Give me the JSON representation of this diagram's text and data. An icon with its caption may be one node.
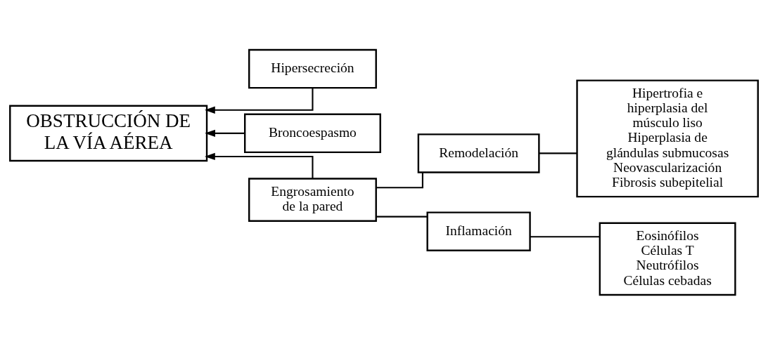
{
  "diagram": {
    "nodes": [
      {
        "text": [
          "OBSTRUCCIÓN DE LA VÍA AÉREA"
        ]
      },
      {
        "text": [
          "Engrosamiento de la pared"
        ]
      },
      {
        "text": [
          "Inflamación"
        ]
      },
      {
        "text": [
          "Eosinófilos",
          "Células T",
          "Neutrófilos",
          "Células cebadas"
        ]
      },
      {
        "text": [
          "Remodelación"
        ]
      },
      {
        "text": [
          "Hipertrofia e hiperplasia del músculo liso",
          "Hiperplasia de glándulas submucosas",
          "Neovascularización",
          "Fibrosis subepitelial"
        ]
      },
      {
        "text": [
          "Broncoespasmo"
        ]
      },
      {
        "text": [
          "Hipersecreción"
        ]
      }
    ],
    "edges": [
      {
        "from": 1,
        "to": 0,
        "arrow": "to"
      },
      {
        "from": 6,
        "to": 0,
        "arrow": "to"
      },
      {
        "from": 7,
        "to": 0,
        "arrow": "to"
      },
      {
        "from": 2,
        "to": 1,
        "arrow": "none"
      },
      {
        "from": 4,
        "to": 1,
        "arrow": "none"
      },
      {
        "from": 3,
        "to": 2,
        "arrow": "none"
      },
      {
        "from": 5,
        "to": 4,
        "arrow": "none"
      }
    ]
  }
}
